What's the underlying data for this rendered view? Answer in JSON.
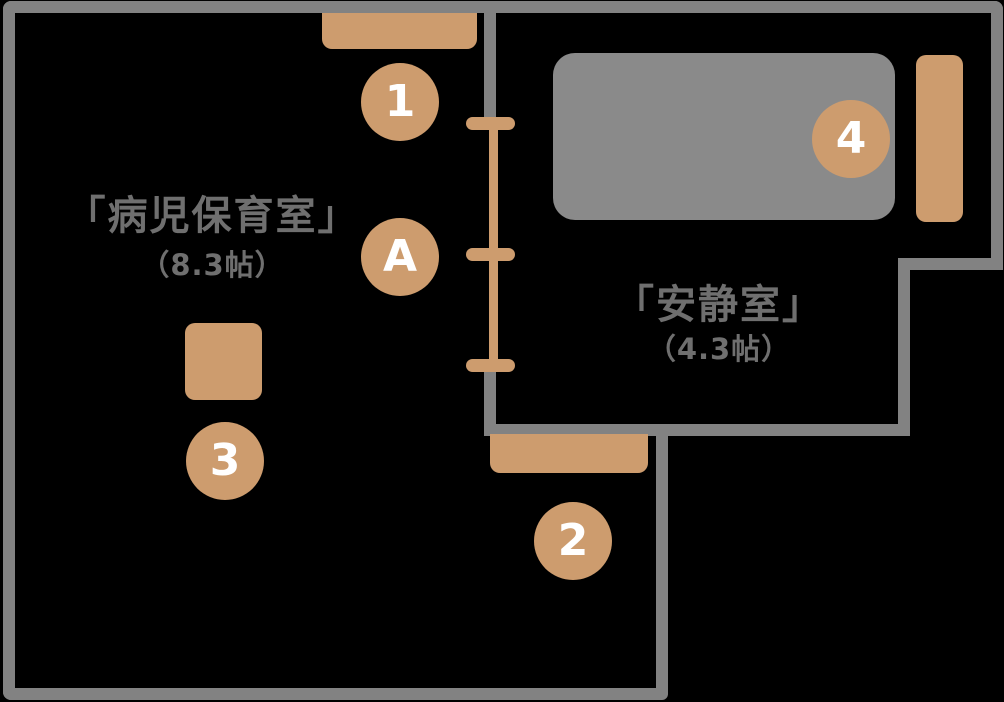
{
  "diagram": {
    "type": "floor-plan",
    "background_color": "#000000",
    "wall_color": "#828282",
    "furniture_color": "#cd9c6e",
    "bed_color": "#8a8a8a",
    "label_color": "#6f6f6f",
    "marker_text_color": "#ffffff"
  },
  "rooms": [
    {
      "name": "「病児保育室」",
      "size": "（8.3帖）"
    },
    {
      "name": "「安静室」",
      "size": "（4.3帖）"
    }
  ],
  "markers": [
    {
      "label": "1"
    },
    {
      "label": "A"
    },
    {
      "label": "3"
    },
    {
      "label": "2"
    },
    {
      "label": "4"
    }
  ]
}
